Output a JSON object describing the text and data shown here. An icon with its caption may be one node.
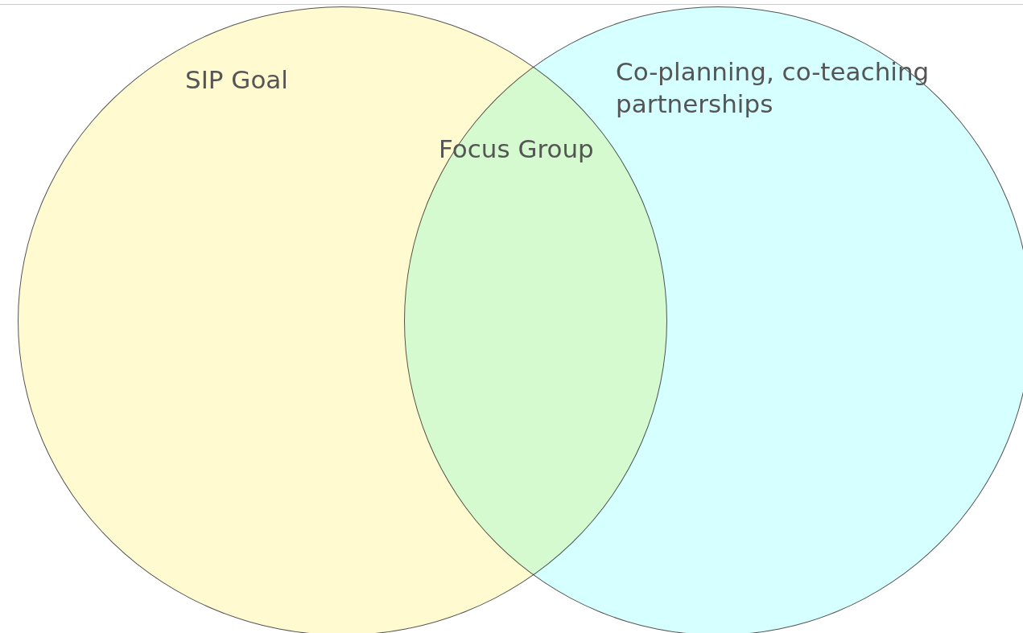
{
  "diagram": {
    "nodes": [
      {
        "text": [
          "SIP Goal"
        ]
      },
      {
        "text": [
          "Co-planning, co-teaching partnerships"
        ]
      }
    ],
    "labels": [
      "Focus Group"
    ]
  }
}
